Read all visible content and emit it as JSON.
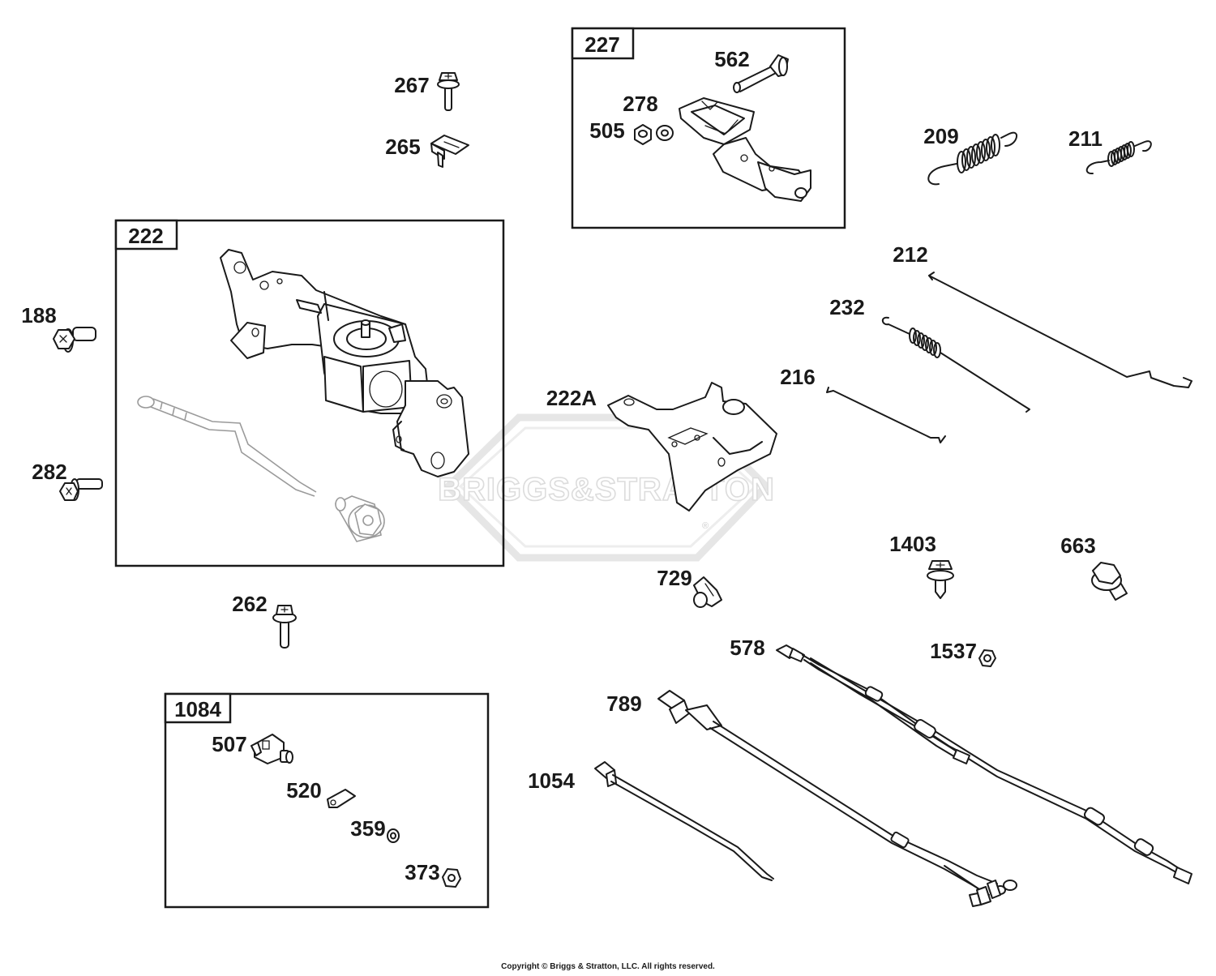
{
  "watermark": {
    "brand_text": "BRIGGS&STRATTON",
    "registered_mark": "®"
  },
  "groups": [
    {
      "id": "222",
      "label": "222"
    },
    {
      "id": "227",
      "label": "227"
    },
    {
      "id": "1084",
      "label": "1084"
    }
  ],
  "parts": [
    {
      "label": "267"
    },
    {
      "label": "265"
    },
    {
      "label": "562"
    },
    {
      "label": "278"
    },
    {
      "label": "505"
    },
    {
      "label": "209"
    },
    {
      "label": "211"
    },
    {
      "label": "188"
    },
    {
      "label": "282"
    },
    {
      "label": "212"
    },
    {
      "label": "232"
    },
    {
      "label": "216"
    },
    {
      "label": "222A"
    },
    {
      "label": "1403"
    },
    {
      "label": "663"
    },
    {
      "label": "729"
    },
    {
      "label": "262"
    },
    {
      "label": "578"
    },
    {
      "label": "1537"
    },
    {
      "label": "789"
    },
    {
      "label": "1054"
    },
    {
      "label": "507"
    },
    {
      "label": "520"
    },
    {
      "label": "359"
    },
    {
      "label": "373"
    }
  ],
  "footer": {
    "copyright": "Copyright © Briggs & Stratton, LLC. All rights reserved."
  }
}
